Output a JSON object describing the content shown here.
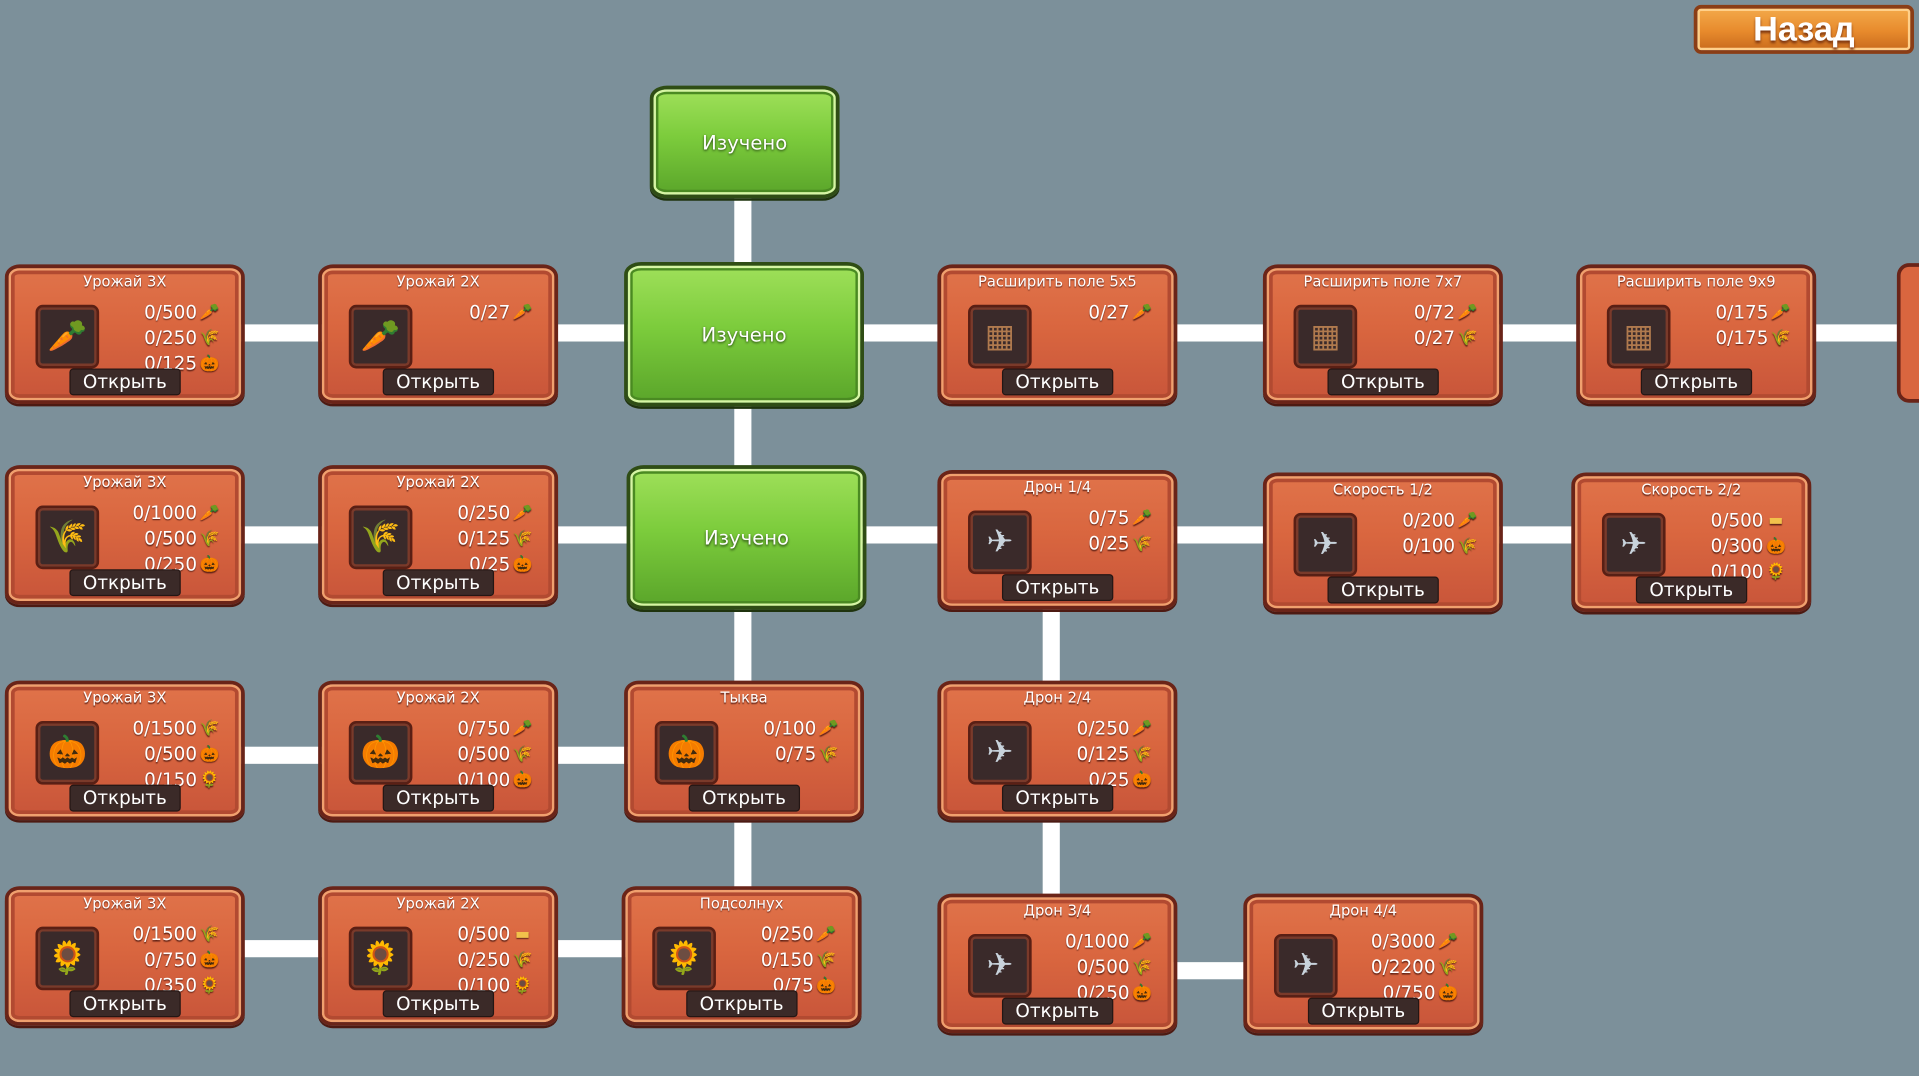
{
  "back_button": "Назад",
  "learned_label": "Изучено",
  "open_label": "Открыть",
  "colors": {
    "background": "#7c909a",
    "card": "#d9663f",
    "learned": "#7ccc3c",
    "connector": "#ffffff"
  },
  "icon_glyphs": {
    "carrot": "🥕",
    "wheat": "🌾",
    "pumpkin": "🎃",
    "sunflower": "🌻",
    "field": "▦",
    "drone": "✈",
    "bread": "▬"
  },
  "icon_colors": {
    "carrot": "#7ed957",
    "wheat": "#f2c24b",
    "pumpkin": "#f0822e",
    "sunflower": "#ffd21f",
    "field": "#b07a4e",
    "drone": "#c8d3dc",
    "bread": "#f2c24b"
  },
  "cards": [
    {
      "title": "Урожай 3X",
      "icon": "carrot",
      "reqs": [
        {
          "text": "0/500",
          "icon": "carrot"
        },
        {
          "text": "0/250",
          "icon": "wheat"
        },
        {
          "text": "0/125",
          "icon": "pumpkin"
        }
      ]
    },
    {
      "title": "Урожай 2X",
      "icon": "carrot",
      "reqs": [
        {
          "text": "0/27",
          "icon": "carrot"
        }
      ]
    },
    {
      "title": "Расширить поле 5x5",
      "icon": "field",
      "reqs": [
        {
          "text": "0/27",
          "icon": "carrot"
        }
      ]
    },
    {
      "title": "Расширить поле 7x7",
      "icon": "field",
      "reqs": [
        {
          "text": "0/72",
          "icon": "carrot"
        },
        {
          "text": "0/27",
          "icon": "wheat"
        }
      ]
    },
    {
      "title": "Расширить поле 9x9",
      "icon": "field",
      "reqs": [
        {
          "text": "0/175",
          "icon": "carrot"
        },
        {
          "text": "0/175",
          "icon": "wheat"
        }
      ]
    },
    {
      "title": "Урожай 3X",
      "icon": "wheat",
      "reqs": [
        {
          "text": "0/1000",
          "icon": "carrot"
        },
        {
          "text": "0/500",
          "icon": "wheat"
        },
        {
          "text": "0/250",
          "icon": "pumpkin"
        }
      ]
    },
    {
      "title": "Урожай 2X",
      "icon": "wheat",
      "reqs": [
        {
          "text": "0/250",
          "icon": "carrot"
        },
        {
          "text": "0/125",
          "icon": "wheat"
        },
        {
          "text": "0/25",
          "icon": "pumpkin"
        }
      ]
    },
    {
      "title": "Дрон 1/4",
      "icon": "drone",
      "reqs": [
        {
          "text": "0/75",
          "icon": "carrot"
        },
        {
          "text": "0/25",
          "icon": "wheat"
        }
      ]
    },
    {
      "title": "Скорость 1/2",
      "icon": "drone",
      "reqs": [
        {
          "text": "0/200",
          "icon": "carrot"
        },
        {
          "text": "0/100",
          "icon": "wheat"
        }
      ]
    },
    {
      "title": "Скорость 2/2",
      "icon": "drone",
      "reqs": [
        {
          "text": "0/500",
          "icon": "bread"
        },
        {
          "text": "0/300",
          "icon": "pumpkin"
        },
        {
          "text": "0/100",
          "icon": "sunflower"
        }
      ]
    },
    {
      "title": "Урожай 3X",
      "icon": "pumpkin",
      "reqs": [
        {
          "text": "0/1500",
          "icon": "wheat"
        },
        {
          "text": "0/500",
          "icon": "pumpkin"
        },
        {
          "text": "0/150",
          "icon": "sunflower"
        }
      ]
    },
    {
      "title": "Урожай 2X",
      "icon": "pumpkin",
      "reqs": [
        {
          "text": "0/750",
          "icon": "carrot"
        },
        {
          "text": "0/500",
          "icon": "wheat"
        },
        {
          "text": "0/100",
          "icon": "pumpkin"
        }
      ]
    },
    {
      "title": "Тыква",
      "icon": "pumpkin",
      "reqs": [
        {
          "text": "0/100",
          "icon": "carrot"
        },
        {
          "text": "0/75",
          "icon": "wheat"
        }
      ]
    },
    {
      "title": "Дрон 2/4",
      "icon": "drone",
      "reqs": [
        {
          "text": "0/250",
          "icon": "carrot"
        },
        {
          "text": "0/125",
          "icon": "wheat"
        },
        {
          "text": "0/25",
          "icon": "pumpkin"
        }
      ]
    },
    {
      "title": "Урожай 3X",
      "icon": "sunflower",
      "reqs": [
        {
          "text": "0/1500",
          "icon": "wheat"
        },
        {
          "text": "0/750",
          "icon": "pumpkin"
        },
        {
          "text": "0/350",
          "icon": "sunflower"
        }
      ]
    },
    {
      "title": "Урожай 2X",
      "icon": "sunflower",
      "reqs": [
        {
          "text": "0/500",
          "icon": "bread"
        },
        {
          "text": "0/250",
          "icon": "wheat"
        },
        {
          "text": "0/100",
          "icon": "sunflower"
        }
      ]
    },
    {
      "title": "Подсолнух",
      "icon": "sunflower",
      "reqs": [
        {
          "text": "0/250",
          "icon": "carrot"
        },
        {
          "text": "0/150",
          "icon": "wheat"
        },
        {
          "text": "0/75",
          "icon": "pumpkin"
        }
      ]
    },
    {
      "title": "Дрон 3/4",
      "icon": "drone",
      "reqs": [
        {
          "text": "0/1000",
          "icon": "carrot"
        },
        {
          "text": "0/500",
          "icon": "wheat"
        },
        {
          "text": "0/250",
          "icon": "pumpkin"
        }
      ]
    },
    {
      "title": "Дрон 4/4",
      "icon": "drone",
      "reqs": [
        {
          "text": "0/3000",
          "icon": "carrot"
        },
        {
          "text": "0/2200",
          "icon": "wheat"
        },
        {
          "text": "0/750",
          "icon": "pumpkin"
        }
      ]
    }
  ]
}
